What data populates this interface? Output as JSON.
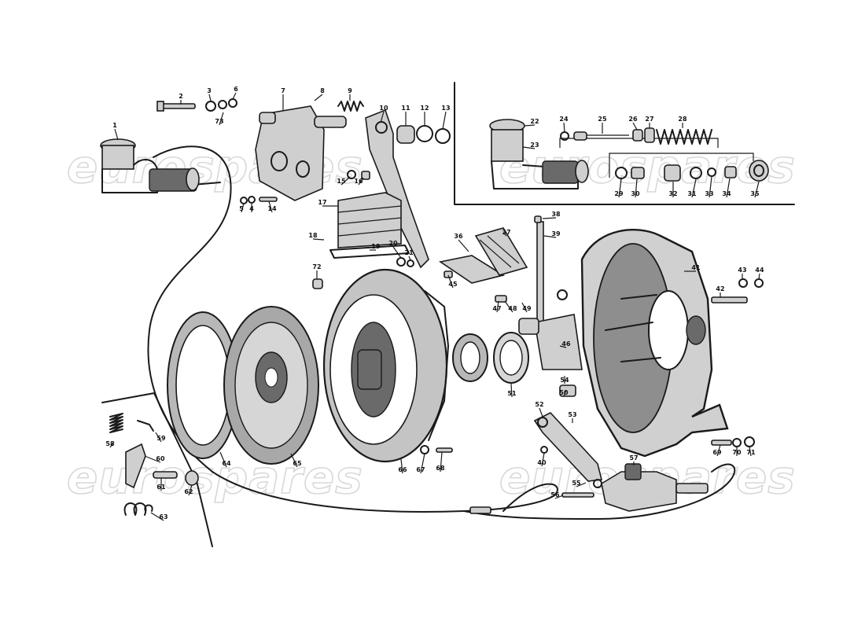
{
  "watermark": {
    "text": "eurospares"
  },
  "callouts": [
    {
      "n": "1",
      "key": "master-cylinder-reservoir"
    },
    {
      "n": "2",
      "key": "bolt"
    },
    {
      "n": "3",
      "key": "washer"
    },
    {
      "n": "4",
      "key": "nut-small"
    },
    {
      "n": "5",
      "key": "washer-small"
    },
    {
      "n": "6",
      "key": "nut"
    },
    {
      "n": "7",
      "key": "pedal-bracket"
    },
    {
      "n": "8",
      "key": "fitting"
    },
    {
      "n": "9",
      "key": "return-spring"
    },
    {
      "n": "10",
      "key": "pedal-lever"
    },
    {
      "n": "11",
      "key": "bush"
    },
    {
      "n": "12",
      "key": "washer"
    },
    {
      "n": "13",
      "key": "circlip"
    },
    {
      "n": "14",
      "key": "screw"
    },
    {
      "n": "15",
      "key": "washer"
    },
    {
      "n": "16",
      "key": "nut"
    },
    {
      "n": "17",
      "key": "rubber-boot"
    },
    {
      "n": "18",
      "key": "screw"
    },
    {
      "n": "19",
      "key": "boot-plate"
    },
    {
      "n": "20",
      "key": "washer"
    },
    {
      "n": "21",
      "key": "nut"
    },
    {
      "n": "22",
      "key": "reservoir-cap"
    },
    {
      "n": "23",
      "key": "master-cylinder"
    },
    {
      "n": "24",
      "key": "seal"
    },
    {
      "n": "25",
      "key": "pushrod"
    },
    {
      "n": "26",
      "key": "clip"
    },
    {
      "n": "27",
      "key": "cup"
    },
    {
      "n": "28",
      "key": "spring"
    },
    {
      "n": "29",
      "key": "valve"
    },
    {
      "n": "30",
      "key": "seal"
    },
    {
      "n": "31",
      "key": "washer"
    },
    {
      "n": "32",
      "key": "piston"
    },
    {
      "n": "33",
      "key": "ring"
    },
    {
      "n": "34",
      "key": "clip"
    },
    {
      "n": "35",
      "key": "cap"
    },
    {
      "n": "36",
      "key": "pedal-pad"
    },
    {
      "n": "37",
      "key": "pedal-rubber"
    },
    {
      "n": "38",
      "key": "nut"
    },
    {
      "n": "39",
      "key": "fork-shaft"
    },
    {
      "n": "40",
      "key": "nut"
    },
    {
      "n": "41",
      "key": "bell-housing"
    },
    {
      "n": "42",
      "key": "stud"
    },
    {
      "n": "43",
      "key": "washer"
    },
    {
      "n": "44",
      "key": "nut"
    },
    {
      "n": "45",
      "key": "screw"
    },
    {
      "n": "46",
      "key": "release-fork"
    },
    {
      "n": "47",
      "key": "nut"
    },
    {
      "n": "48",
      "key": "bolt"
    },
    {
      "n": "49",
      "key": "pin"
    },
    {
      "n": "50",
      "key": "pivot"
    },
    {
      "n": "51",
      "key": "bearing-carrier"
    },
    {
      "n": "52",
      "key": "lever"
    },
    {
      "n": "53",
      "key": "pin"
    },
    {
      "n": "54",
      "key": "screw"
    },
    {
      "n": "55",
      "key": "washer"
    },
    {
      "n": "56",
      "key": "bolt"
    },
    {
      "n": "57",
      "key": "slave-cylinder"
    },
    {
      "n": "58",
      "key": "spring"
    },
    {
      "n": "59",
      "key": "clip"
    },
    {
      "n": "60",
      "key": "bracket"
    },
    {
      "n": "61",
      "key": "bolt"
    },
    {
      "n": "62",
      "key": "nut"
    },
    {
      "n": "63",
      "key": "torsion-spring"
    },
    {
      "n": "64",
      "key": "friction-ring"
    },
    {
      "n": "65",
      "key": "clutch-disc"
    },
    {
      "n": "66",
      "key": "pressure-plate"
    },
    {
      "n": "67",
      "key": "washer"
    },
    {
      "n": "68",
      "key": "bolt"
    },
    {
      "n": "69",
      "key": "stud"
    },
    {
      "n": "70",
      "key": "washer"
    },
    {
      "n": "71",
      "key": "nut"
    },
    {
      "n": "72",
      "key": "dowel"
    },
    {
      "n": "73",
      "key": "washer-set"
    }
  ]
}
